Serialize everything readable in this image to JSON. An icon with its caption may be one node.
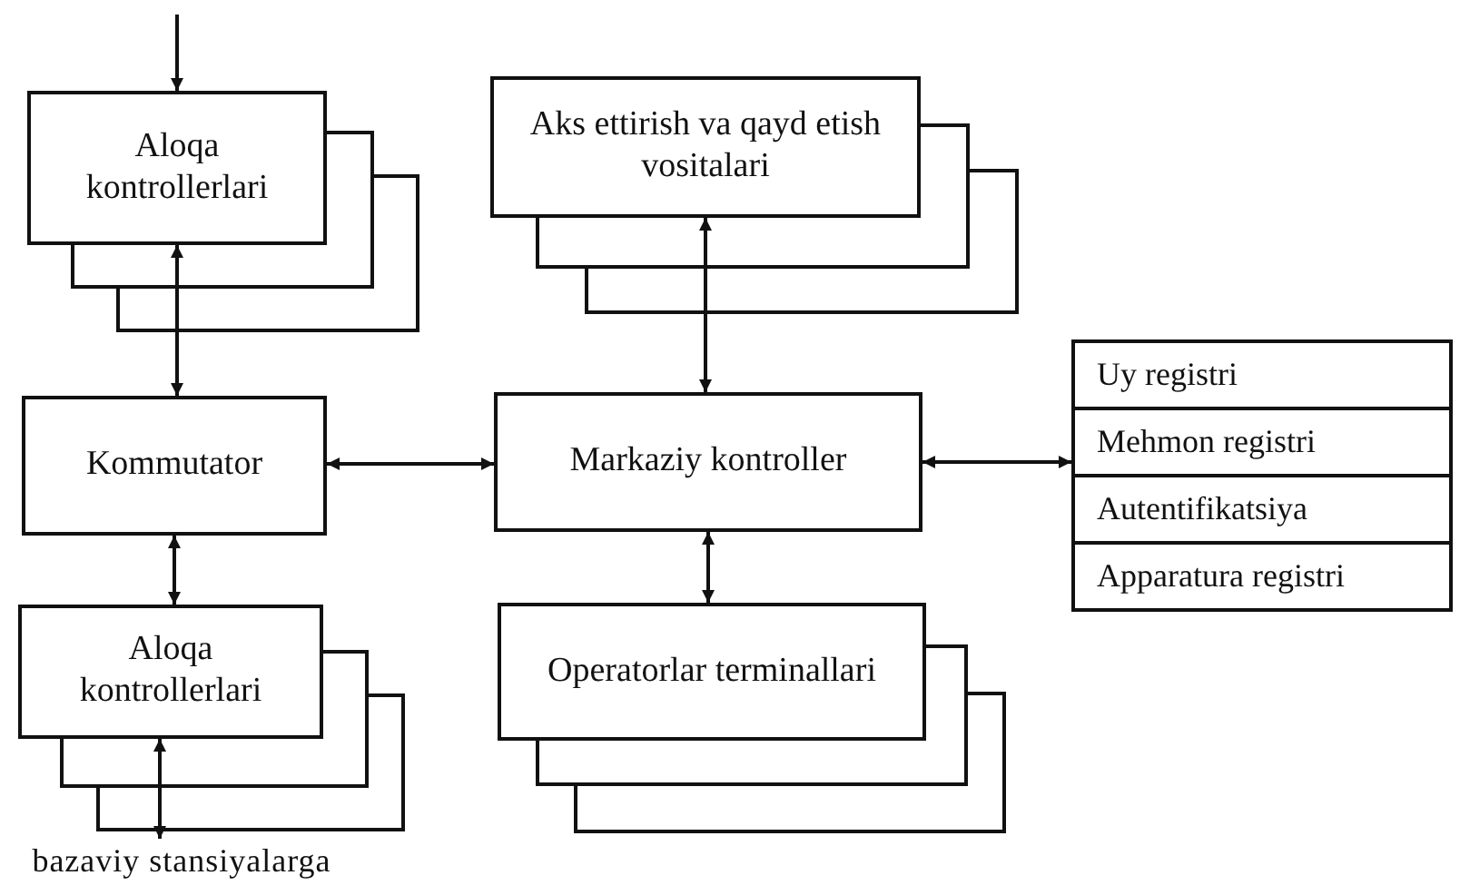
{
  "diagram": {
    "nodes": [
      {
        "text": [
          "Aloqa kontrollerlari"
        ]
      },
      {
        "text": [
          "Aks ettirish va qayd etish vositalari"
        ]
      },
      {
        "text": [
          "Kommutator"
        ]
      },
      {
        "text": [
          "Markaziy kontroller"
        ]
      },
      {
        "text": [],
        "shape": "box"
      },
      {
        "text": [
          "Uy registri"
        ],
        "in": 4
      },
      {
        "text": [
          "Mehmon registri"
        ],
        "in": 4
      },
      {
        "text": [
          "Autentifikatsiya"
        ],
        "in": 4
      },
      {
        "text": [
          "Apparatura registri"
        ],
        "in": 4
      },
      {
        "text": [
          "Aloqa kontrollerlari"
        ]
      },
      {
        "text": [
          "Operatorlar terminallari"
        ]
      },
      {
        "text": [
          "bazaviy stansiyalarga"
        ]
      }
    ],
    "edges": [
      {
        "from": null,
        "to": 0,
        "arrow": "to"
      },
      {
        "from": 0,
        "to": 2,
        "arrow": "both"
      },
      {
        "from": 1,
        "to": 3,
        "arrow": "both"
      },
      {
        "from": 2,
        "to": 3,
        "arrow": "both"
      },
      {
        "from": 3,
        "to": 4,
        "arrow": "both"
      },
      {
        "from": 2,
        "to": 9,
        "arrow": "both"
      },
      {
        "from": 3,
        "to": 10,
        "arrow": "both"
      },
      {
        "from": 9,
        "to": 11,
        "arrow": "both"
      }
    ]
  }
}
